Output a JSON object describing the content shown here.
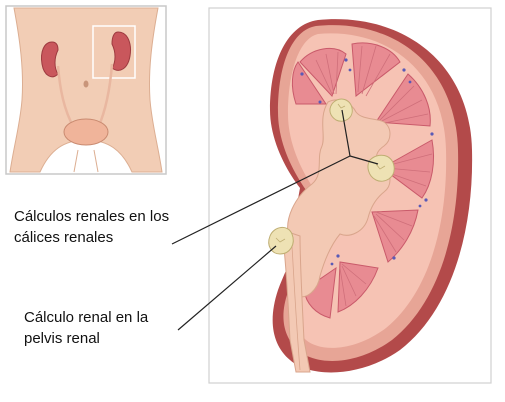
{
  "labels": {
    "calices": {
      "line1": "Cálculos renales en los",
      "line2": "cálices renales"
    },
    "pelvis": {
      "line1": "Cálculo renal en la",
      "line2": "pelvis renal"
    }
  },
  "colors": {
    "frame_border": "#c8c8c8",
    "skin": "#f2cdb5",
    "skin_shadow": "#dcae92",
    "cortex": "#f6c3b4",
    "medulla": "#e88b92",
    "medulla_dark": "#c95a6a",
    "capsule_edge": "#b34a4a",
    "cut_face_outer": "#e7a596",
    "pelvis": "#f3c9b4",
    "stone": "#eee2b4",
    "stone_shade": "#bfae73",
    "vessel": "#5a5ab6",
    "leader_line": "#222222",
    "bladder": "#f0b49a",
    "highlight_box": "#ffffff"
  }
}
